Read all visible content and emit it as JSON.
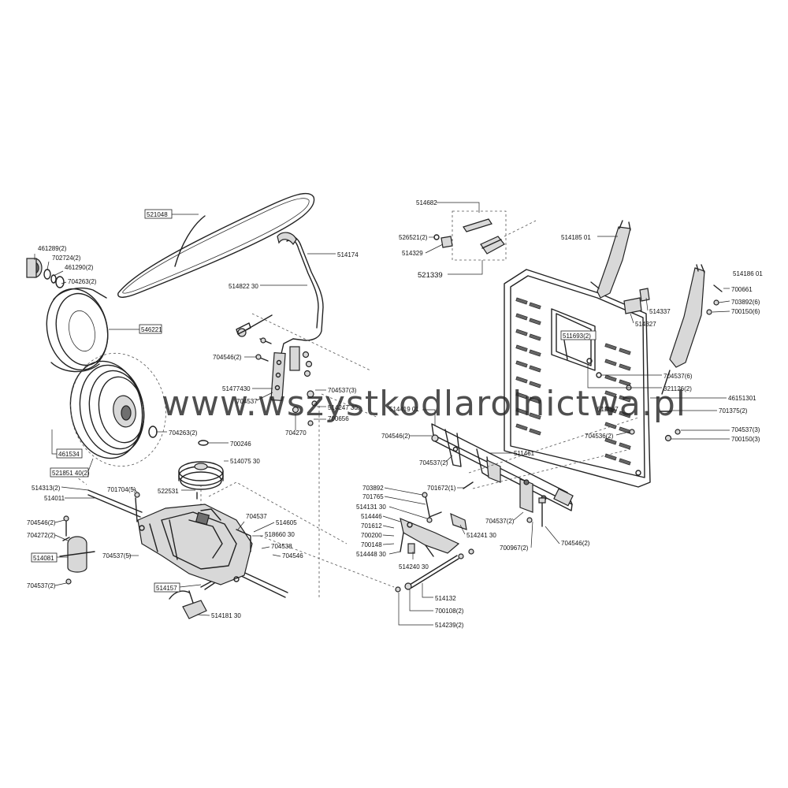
{
  "watermark": "www.wszystkodlarolnictwa.pl",
  "colors": {
    "line": "#222222",
    "background": "#ffffff",
    "shade": "#d8d8d8"
  },
  "labels": {
    "l521048": "521048",
    "l514174": "514174",
    "l51482230": "514822 30",
    "l461289": "461289(2)",
    "l702724": "702724(2)",
    "l461290": "461290(2)",
    "l704263a": "704263(2)",
    "l546221": "546221",
    "l704546a": "704546(2)",
    "l51477430": "51477430",
    "l704537a": "704537",
    "l704537b": "704537(3)",
    "l51424730": "514247 30",
    "l700656": "700656",
    "l704270": "704270",
    "l704263b": "704263(2)",
    "l700246": "700246",
    "l51407530": "514075 30",
    "l461534": "461534",
    "l52185140": "521851 40(2)",
    "l522531": "522531",
    "l514313": "514313(2)",
    "l514011": "514011",
    "l701704": "701704(5)",
    "l704546b": "704546(2)",
    "l704272": "704272(2)",
    "l514081": "514081",
    "l704537c": "704537(2)",
    "l704537d": "704537(5)",
    "l704537e": "704537",
    "l514605": "514605",
    "l51866030": "518660 30",
    "l704538": "704538",
    "l704546c": "704546",
    "l514157": "514157",
    "l51418130": "514181 30",
    "l514682": "514682",
    "l526521": "526521(2)",
    "l514329": "514329",
    "l521339": "521339",
    "l51418501": "514185 01",
    "l51418601": "514186 01",
    "l700661": "700661",
    "l703892a": "703892(6)",
    "l700150a": "700150(6)",
    "l514337": "514337",
    "l514327": "514327",
    "l511693": "511693(2)",
    "l704537f": "704537(6)",
    "l321126": "321126(2)",
    "l46151301": "46151301",
    "l701375": "701375(2)",
    "l51441901": "514419 01",
    "l512897": "512897",
    "l704537g": "704537(3)",
    "l700150b": "700150(3)",
    "l704536": "704536(2)",
    "l704546d": "704546(2)",
    "l704537h": "704537(2)",
    "l511461": "511461",
    "l703892b": "703892",
    "l701765": "701765",
    "l51413130": "514131 30",
    "l514446": "514446",
    "l701612": "701612",
    "l700200": "700200",
    "l700148": "700148",
    "l51444830": "514448 30",
    "l701672": "701672(1)",
    "l51424130": "514241 30",
    "l514240300": "514240 30",
    "l704537i": "704537(2)",
    "l700967": "700967(2)",
    "l704546e": "704546(2)",
    "l514132": "514132",
    "l700108": "700108(2)",
    "l514239": "514239(2)"
  }
}
